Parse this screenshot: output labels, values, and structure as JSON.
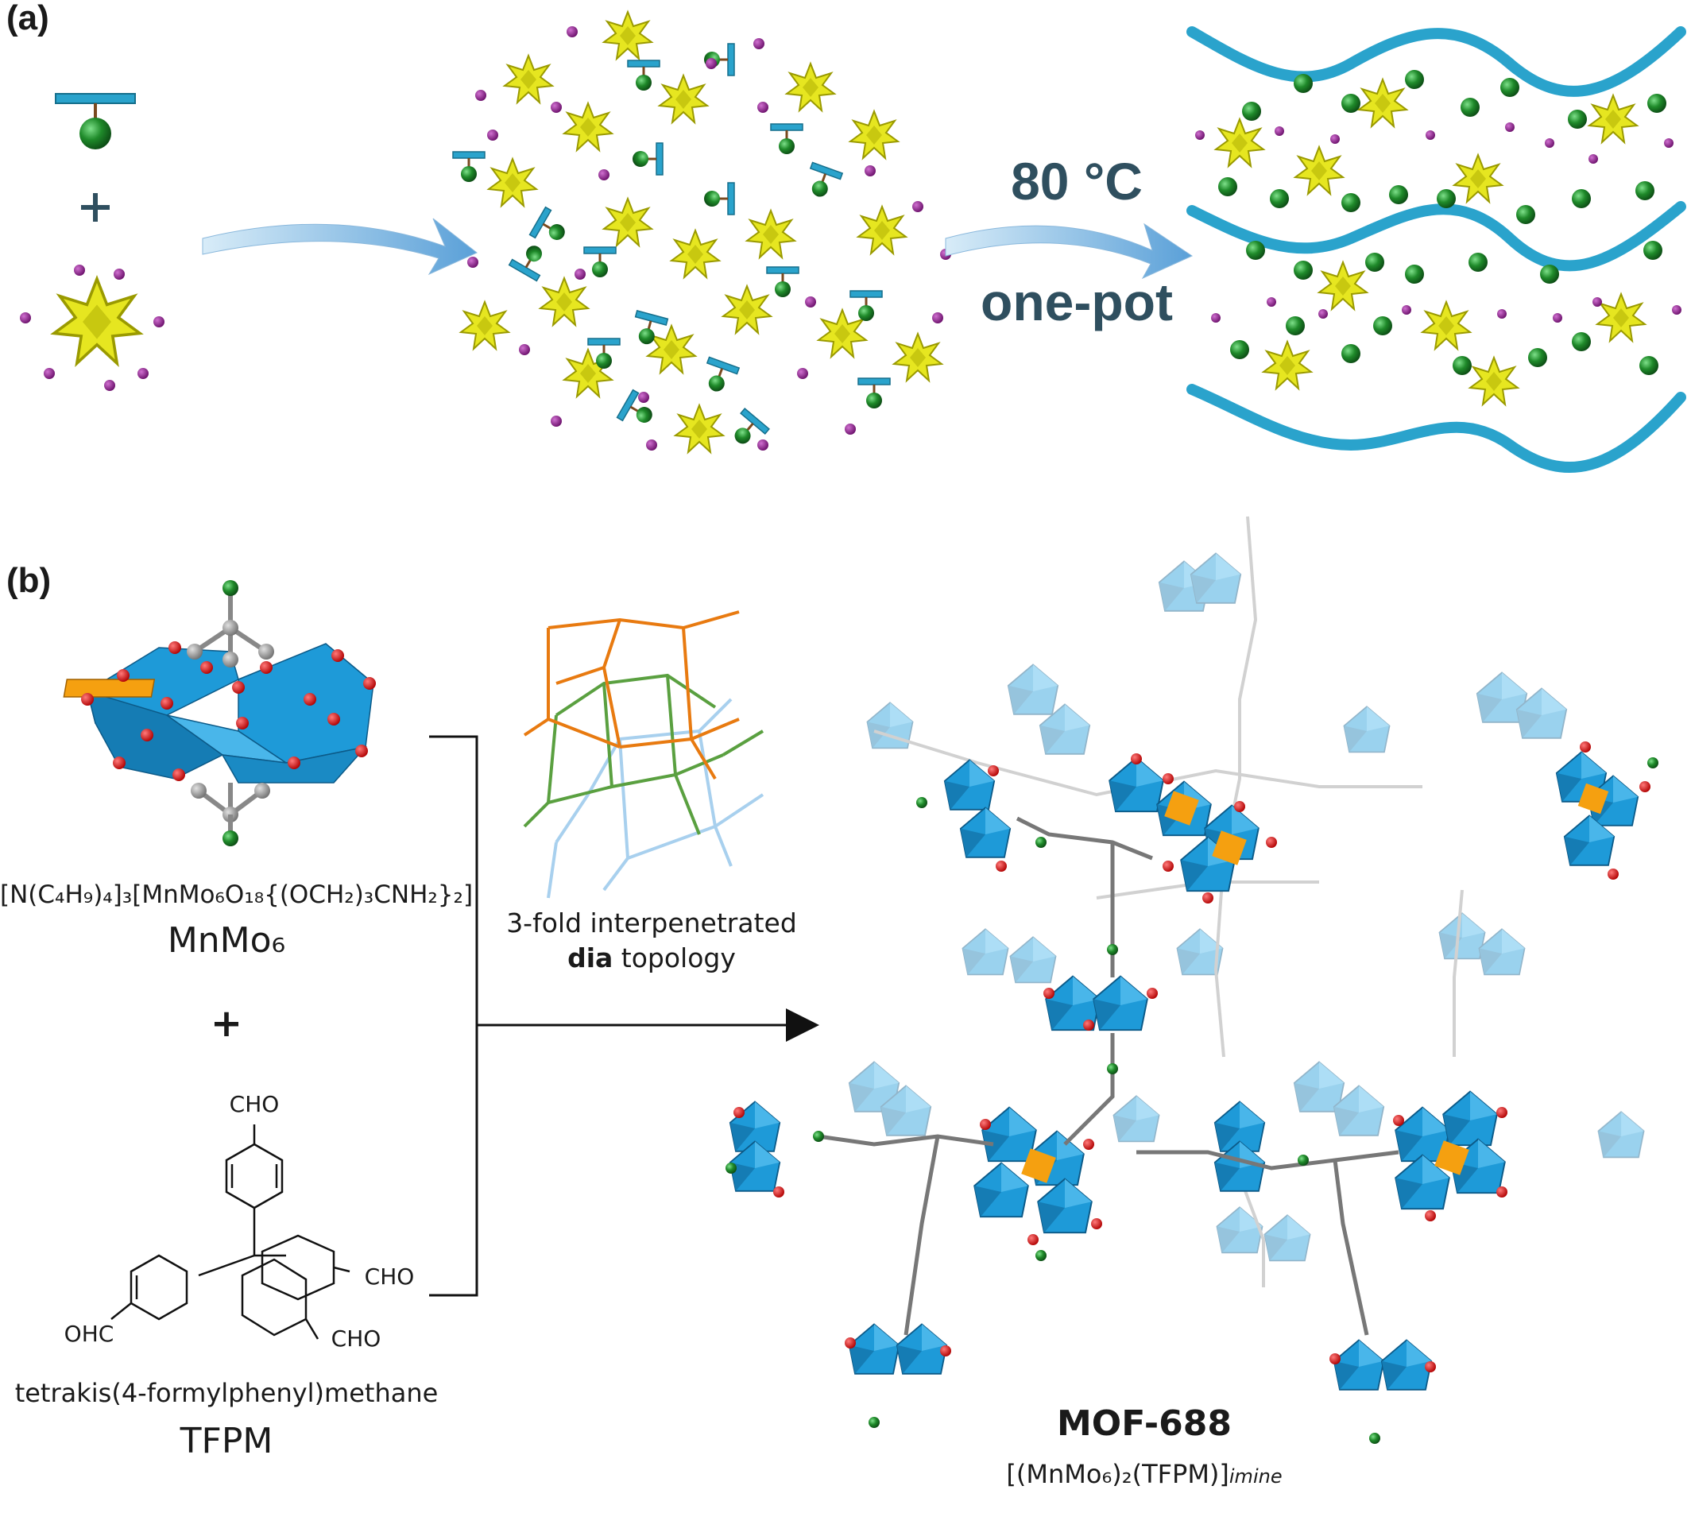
{
  "panel_a": {
    "label": "(a)",
    "condition_temp": "80 °C",
    "condition_method": "one-pot"
  },
  "panel_b": {
    "label": "(b)",
    "mnmo6_formula": "[N(C₄H₉)₄]₃[MnMo₆O₁₈{(OCH₂)₃CNH₂}₂]",
    "mnmo6_name": "MnMo₆",
    "plus": "+",
    "tfpm_cho_top": "CHO",
    "tfpm_cho_right": "CHO",
    "tfpm_cho_bottom": "CHO",
    "tfpm_ohc_left": "OHC",
    "tfpm_fullname": "tetrakis(4-formylphenyl)methane",
    "tfpm_name": "TFPM",
    "topology_line1": "3-fold interpenetrated",
    "topology_bold": "dia",
    "topology_rest": " topology",
    "mof_name": "MOF-688",
    "mof_formula": "[(MnMo₆)₂(TFPM)]",
    "mof_formula_sub": "imine"
  },
  "colors": {
    "polyoxometalate": "#e6e620",
    "ligand_bar": "#2aa3cc",
    "amine_sphere": "#1f8a2a",
    "counter_ion": "#8a1f8a",
    "polyhedron_blue": "#1e9ad8",
    "manganese_orange": "#f5a010",
    "oxygen_red": "#e01010",
    "arrow_blue": "#7ab8e0",
    "net_orange": "#e87a10",
    "net_green": "#5aa040",
    "net_lightblue": "#a8d0ee"
  }
}
